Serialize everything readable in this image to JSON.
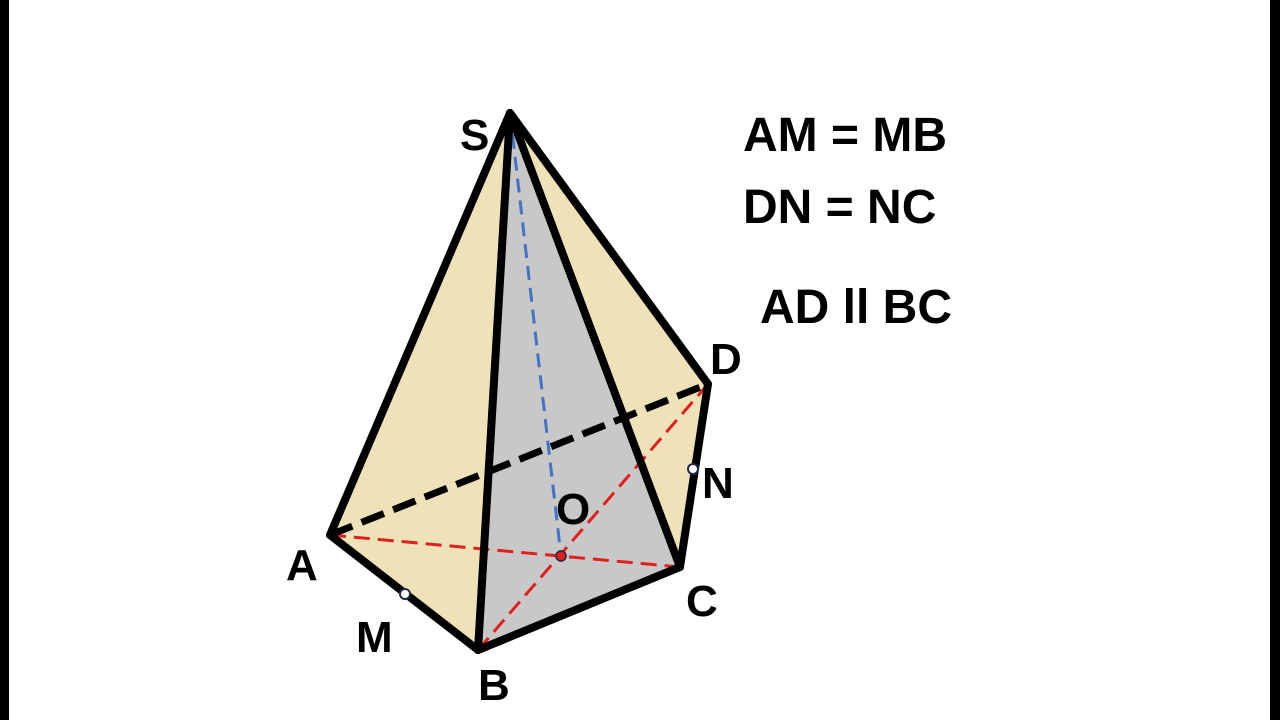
{
  "points": {
    "S": "S",
    "A": "A",
    "B": "B",
    "C": "C",
    "D": "D",
    "O": "O",
    "M": "M",
    "N": "N"
  },
  "conditions": [
    "AM = MB",
    "DN = NC",
    "AD ll BC"
  ],
  "colors": {
    "side_face": "#efe2b8",
    "front_face": "#c8c8c8",
    "edge": "#000000",
    "diagonal": "#e0201c",
    "height": "#4472c4"
  }
}
